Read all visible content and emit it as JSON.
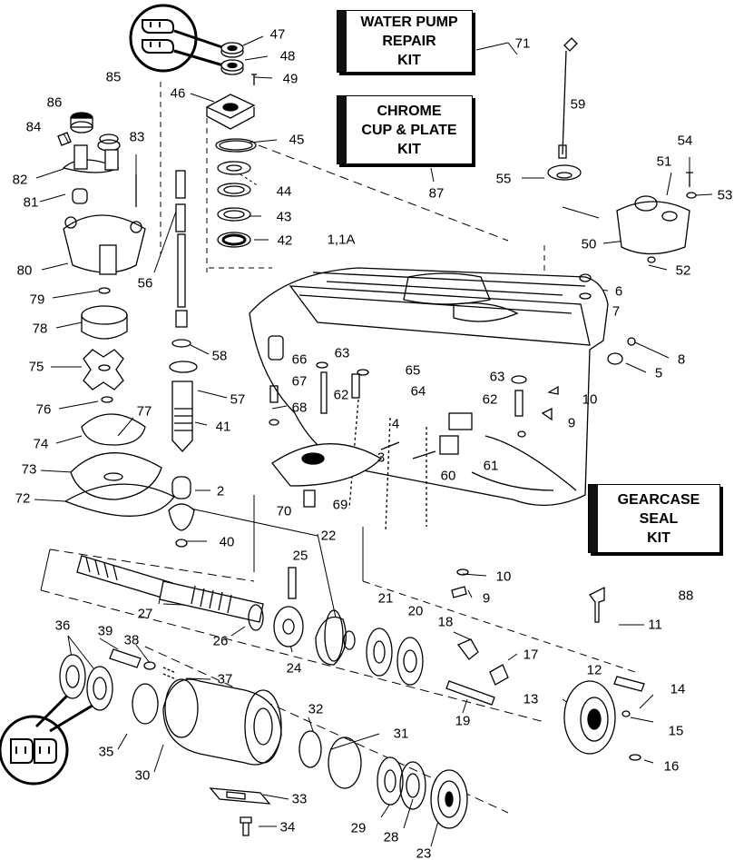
{
  "kits": {
    "water_pump": {
      "lines": [
        "WATER PUMP",
        "REPAIR",
        "KIT"
      ],
      "number": "71"
    },
    "chrome_cup": {
      "lines": [
        "CHROME",
        "CUP & PLATE",
        "KIT"
      ],
      "number": "87"
    },
    "gearcase_seal": {
      "lines": [
        "GEARCASE",
        "SEAL",
        "KIT"
      ],
      "number": "88"
    }
  },
  "callouts": {
    "c1": "47",
    "c2": "48",
    "c3": "49",
    "c4": "46",
    "c5": "45",
    "c6": "44",
    "c7": "43",
    "c8": "42",
    "c9": "86",
    "c10": "85",
    "c11": "84",
    "c12": "83",
    "c13": "82",
    "c14": "81",
    "c15": "80",
    "c16": "79",
    "c17": "78",
    "c18": "75",
    "c19": "76",
    "c20": "77",
    "c21": "74",
    "c22": "73",
    "c23": "72",
    "c24": "56",
    "c25": "58",
    "c26": "57",
    "c27": "41",
    "c28": "2",
    "c29": "40",
    "c30": "59",
    "c31": "55",
    "c32": "54",
    "c33": "51",
    "c34": "53",
    "c35": "50",
    "c36": "52",
    "c37": "1,1A",
    "c38": "6",
    "c39": "7",
    "c40": "8",
    "c41": "5",
    "c42": "66",
    "c43": "67",
    "c44": "68",
    "c45": "63",
    "c46": "62",
    "c47": "65",
    "c48": "64",
    "c49": "63",
    "c50": "62",
    "c51": "10",
    "c52": "9",
    "c53": "4",
    "c54": "3",
    "c55": "61",
    "c56": "60",
    "c57": "70",
    "c58": "69",
    "c59": "22",
    "c60": "25",
    "c61": "10",
    "c62": "9",
    "c63": "11",
    "c64": "21",
    "c65": "20",
    "c66": "18",
    "c67": "17",
    "c68": "12",
    "c69": "14",
    "c70": "13",
    "c71": "15",
    "c72": "16",
    "c73": "19",
    "c74": "27",
    "c75": "26",
    "c76": "24",
    "c77": "36",
    "c78": "39",
    "c79": "38",
    "c80": "37",
    "c81": "35",
    "c82": "30",
    "c83": "32",
    "c84": "31",
    "c85": "33",
    "c86": "34",
    "c87": "29",
    "c88": "28",
    "c89": "23"
  }
}
